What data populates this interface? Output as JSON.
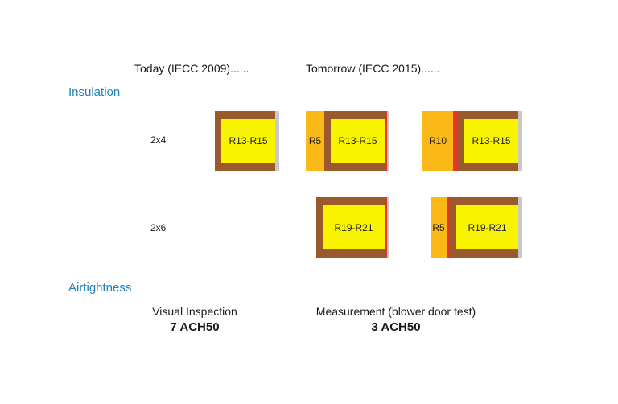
{
  "headers": {
    "today": "Today (IECC 2009)......",
    "tomorrow": "Tomorrow (IECC 2015)......"
  },
  "sections": {
    "insulation": "Insulation",
    "airtightness": "Airtightness"
  },
  "rows": {
    "r2x4": "2x4",
    "r2x6": "2x6"
  },
  "walls": {
    "today_2x4": {
      "core": "R13-R15"
    },
    "tomorrow_2x4_a": {
      "foam": "R5",
      "core": "R13-R15"
    },
    "tomorrow_2x4_b": {
      "foam": "R10",
      "core": "R13-R15"
    },
    "tomorrow_2x6_a": {
      "core": "R19-R21"
    },
    "tomorrow_2x6_b": {
      "foam": "R5",
      "core": "R19-R21"
    }
  },
  "airtightness": {
    "today": {
      "method": "Visual Inspection",
      "value": "7 ACH50"
    },
    "tomorrow": {
      "method": "Measurement (blower door test)",
      "value": "3 ACH50"
    }
  },
  "colors": {
    "stud": "#9b5a2c",
    "insulation": "#f8f400",
    "foam": "#fbb917",
    "air_barrier": "#e8332a",
    "sheathing": "#c8c8c8",
    "section_heading": "#1f7fb8"
  }
}
